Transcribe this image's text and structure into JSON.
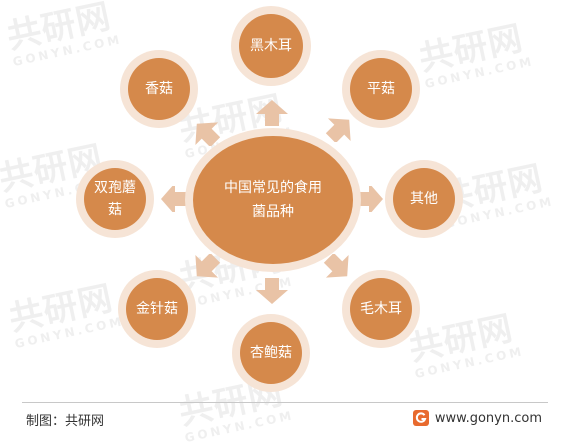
{
  "center": {
    "line1": "中国常见的食用",
    "line2": "菌品种"
  },
  "nodes": {
    "heimuer": "黑木耳",
    "pinggu": "平菇",
    "qita": "其他",
    "maomuer": "毛木耳",
    "xingbaogu": "杏鲍菇",
    "jinzhengu": "金针菇",
    "shuangbaomogu": "双孢蘑菇",
    "xianggu": "香菇"
  },
  "footer": {
    "source": "制图：共研网",
    "site": "www.gonyn.com"
  },
  "colors": {
    "node": "#d5894b",
    "ring": "#f6e4d6",
    "arrow": "#e9c3a6",
    "logo": "#e86a2e"
  },
  "icons": {
    "arrow": "arrow-icon",
    "logo": "gonyn-logo-icon"
  }
}
